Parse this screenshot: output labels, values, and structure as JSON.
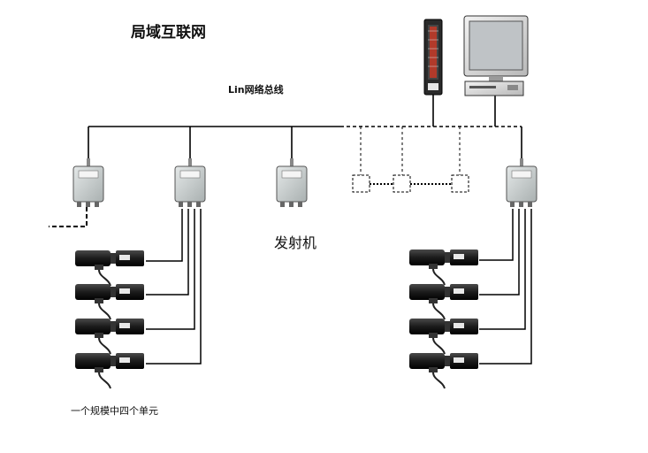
{
  "labels": {
    "title": "局域互联网",
    "bus": "Lin网络总线",
    "transmitter": "发射机",
    "unit_caption": "一个规模中四个单元"
  },
  "colors": {
    "line": "#000000",
    "housing": "#c9cfcf",
    "sensor": "#1a1a1a",
    "monitor_screen": "#bfc3c6"
  }
}
